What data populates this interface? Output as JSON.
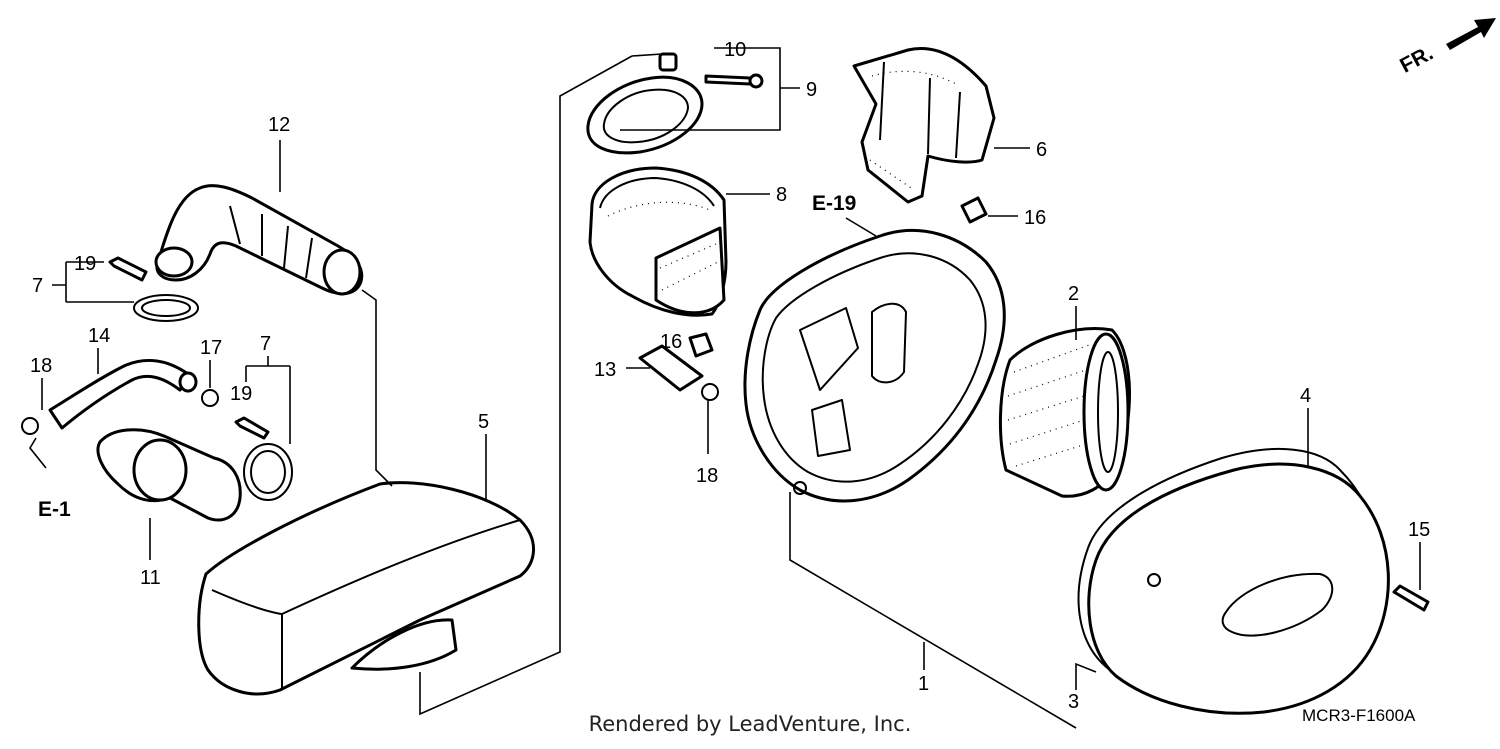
{
  "callouts": {
    "c1": "1",
    "c2": "2",
    "c3": "3",
    "c4": "4",
    "c5": "5",
    "c6": "6",
    "c7a": "7",
    "c7b": "7",
    "c8": "8",
    "c9": "9",
    "c10": "10",
    "c11": "11",
    "c12": "12",
    "c13": "13",
    "c14": "14",
    "c15": "15",
    "c16a": "16",
    "c16b": "16",
    "c17": "17",
    "c18a": "18",
    "c18b": "18",
    "c19a": "19",
    "c19b": "19"
  },
  "references": {
    "front_marker": "FR.",
    "ref_e19": "E-19",
    "ref_e1": "E-1"
  },
  "diagram_code": "MCR3-F1600A",
  "credit": "Rendered by LeadVenture, Inc."
}
